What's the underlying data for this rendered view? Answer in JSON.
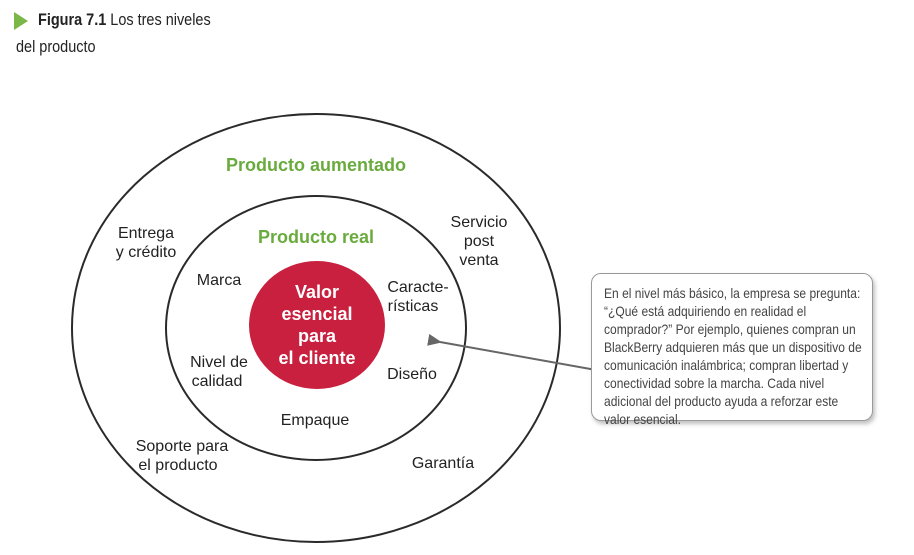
{
  "caption": {
    "figure_label": "Figura 7.1",
    "title_part1": "Los tres niveles",
    "title_part2": "del producto"
  },
  "levels": {
    "augmented": {
      "title": "Producto aumentado",
      "items": {
        "delivery_line1": "Entrega",
        "delivery_line2": "y crédito",
        "service_line1": "Servicio",
        "service_line2": "post",
        "service_line3": "venta",
        "support_line1": "Soporte para",
        "support_line2": "el producto",
        "warranty": "Garantía"
      }
    },
    "actual": {
      "title": "Producto real",
      "items": {
        "brand": "Marca",
        "features_line1": "Caracte-",
        "features_line2": "rísticas",
        "quality_line1": "Nivel de",
        "quality_line2": "calidad",
        "design": "Diseño",
        "packaging": "Empaque"
      }
    },
    "core": {
      "line1": "Valor",
      "line2": "esencial",
      "line3": "para",
      "line4": "el cliente"
    }
  },
  "note": {
    "text": "En el nivel más básico, la empresa se pregunta: “¿Qué está adquiriendo en realidad el comprador?” Por ejemplo, quienes compran un BlackBerry adquieren más que un dispositivo de comunicación inalámbrica; compran libertad y conectividad sobre la marcha. Cada nivel adicional del producto ayuda a reforzar este valor esencial."
  },
  "colors": {
    "green_title": "#6aab3e",
    "core_red": "#c8203e",
    "outline": "#2a2a2a",
    "arrow": "#666666"
  }
}
